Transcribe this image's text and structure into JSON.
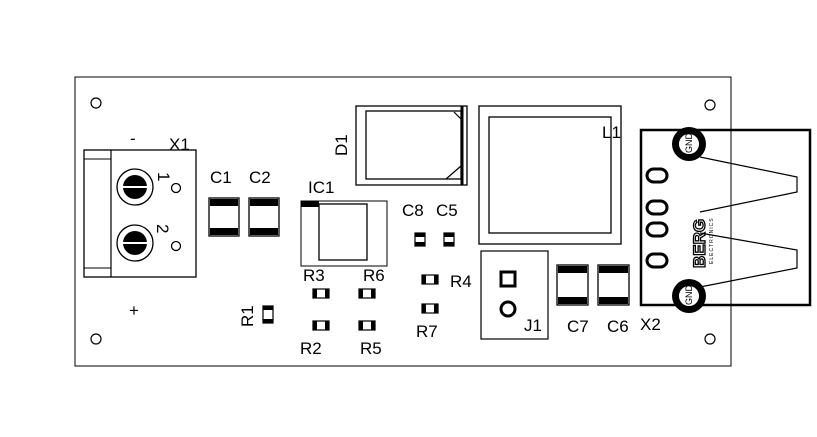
{
  "labels": {
    "x1": "X1",
    "minus": "-",
    "plus": "+",
    "pin1": "1",
    "pin2": "2",
    "c1": "C1",
    "c2": "C2",
    "ic1": "IC1",
    "d1": "D1",
    "l1": "L1",
    "c8": "C8",
    "c5": "C5",
    "r3": "R3",
    "r6": "R6",
    "r4": "R4",
    "r1": "R1",
    "r2": "R2",
    "r5": "R5",
    "r7": "R7",
    "j1": "J1",
    "c7": "C7",
    "c6": "C6",
    "x2": "X2",
    "gnd_top": "GND",
    "gnd_bottom": "GND",
    "berg_logo": "BERG",
    "berg_sub": "ELECTRONICS"
  }
}
